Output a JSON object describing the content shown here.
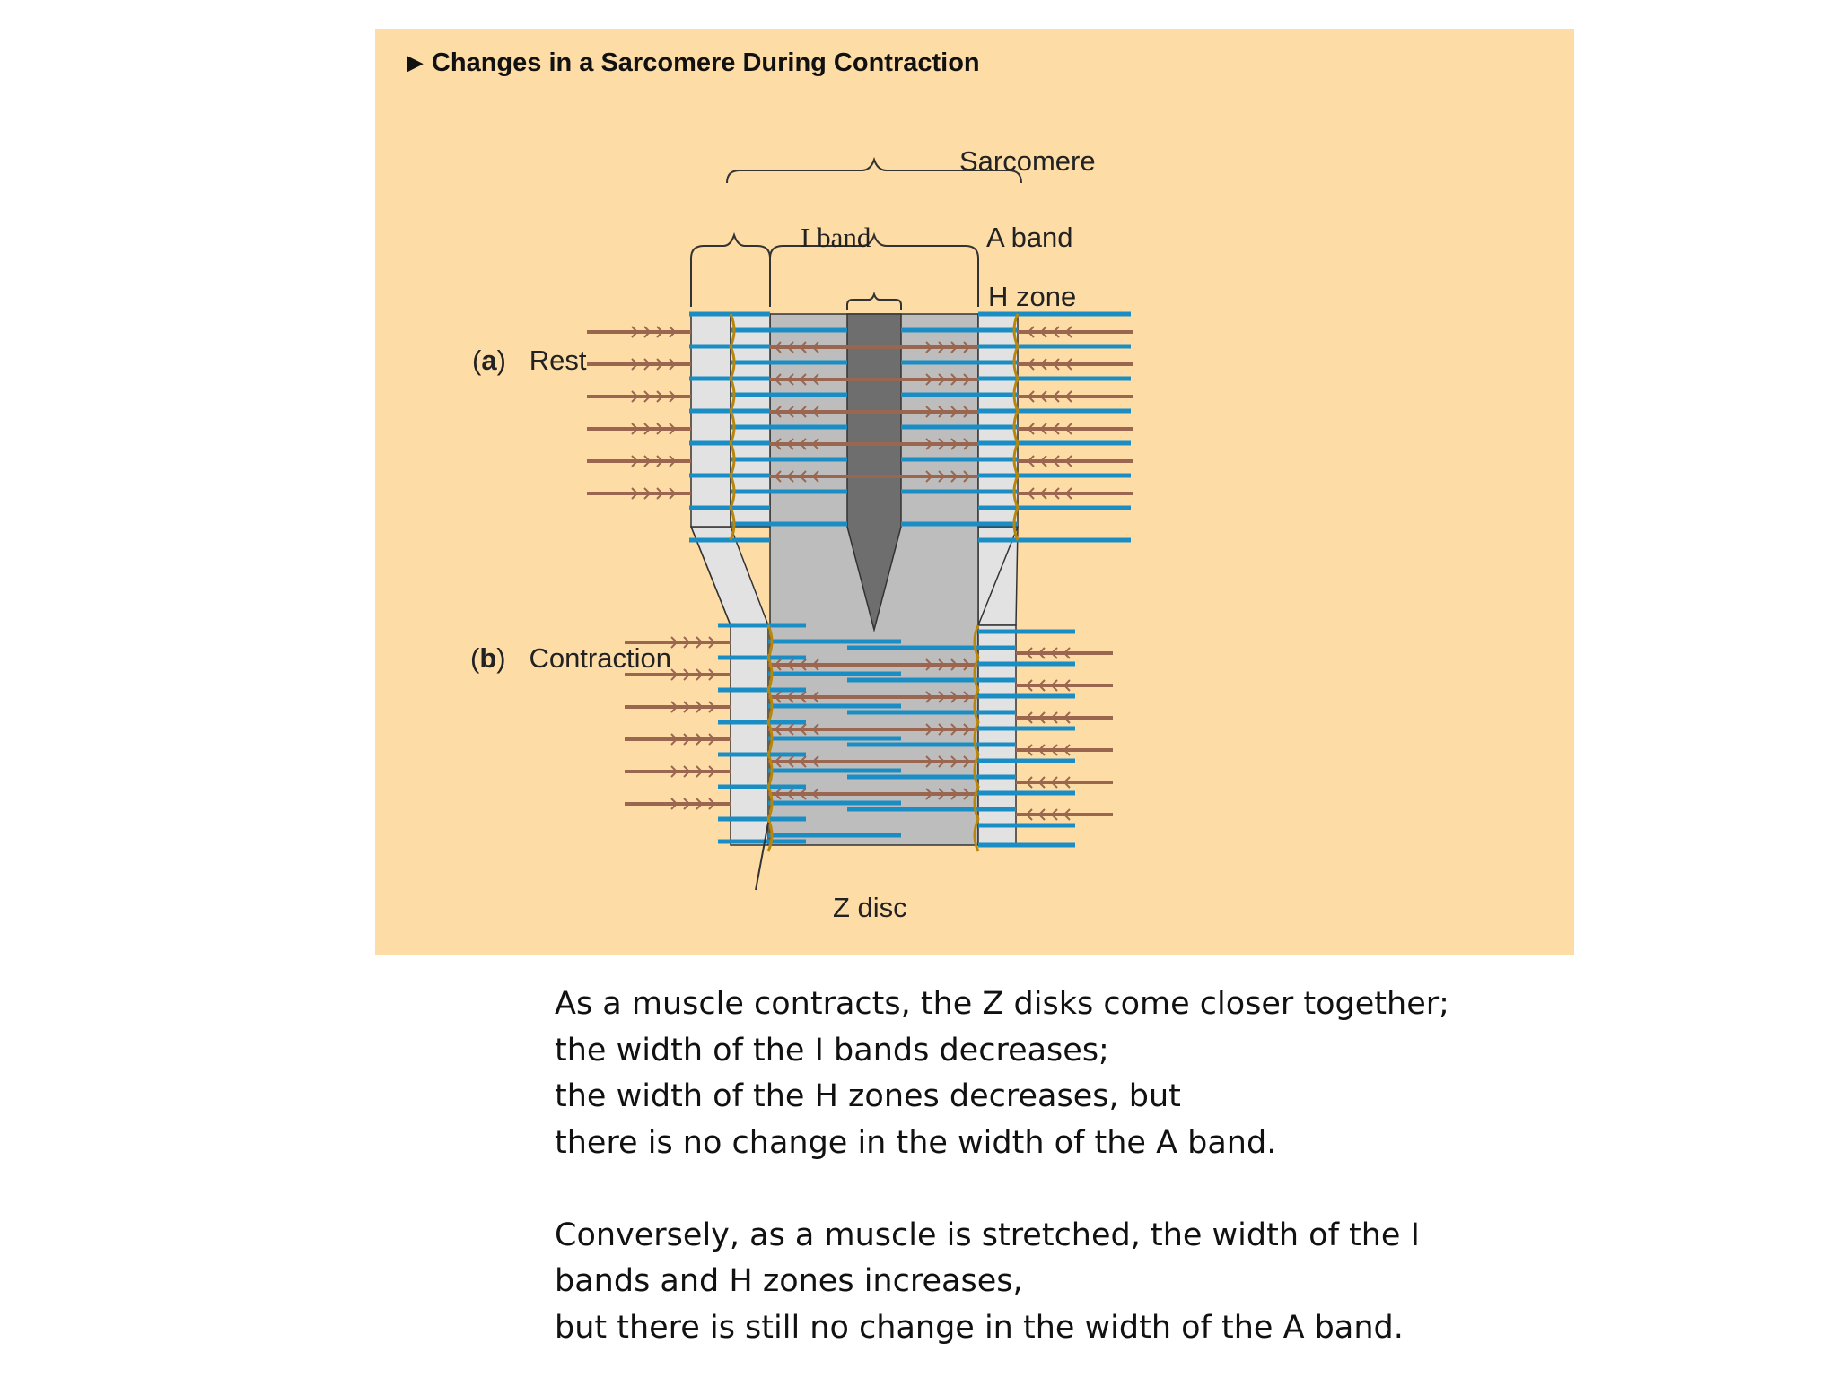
{
  "figure": {
    "title": "Changes in a Sarcomere During Contraction",
    "labels": {
      "sarcomere": "Sarcomere",
      "i_band": "I band",
      "a_band": "A band",
      "h_zone": "H zone",
      "z_disc": "Z disc",
      "rest_letter": "a",
      "rest_text": "Rest",
      "contraction_letter": "b",
      "contraction_text": "Contraction"
    },
    "colors": {
      "background": "#fddca6",
      "actin": "#1a8ec4",
      "myosin": "#9a6650",
      "a_band_shade": "#bdbdbd",
      "i_band_shade": "#e2e2e2",
      "h_zone": "#6e6e6e",
      "z_disc": "#b8860b"
    }
  },
  "caption": {
    "paragraph1": [
      "As a muscle contracts, the Z disks come closer together;",
      "the width of the I bands decreases;",
      "the width of the H zones decreases, but",
      "there is no change in the width of the A band."
    ],
    "paragraph2": [
      "Conversely, as a muscle is stretched, the width of the I",
      "bands and H zones increases,",
      "but there is still no change in the width of the A band."
    ]
  }
}
